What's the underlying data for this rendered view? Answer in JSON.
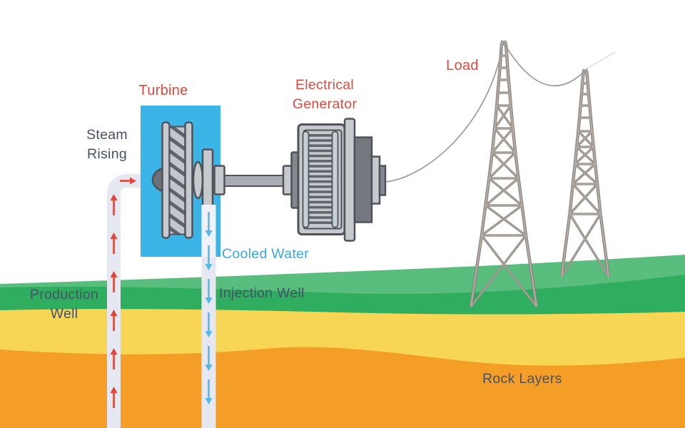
{
  "labels": {
    "turbine": "Turbine",
    "electrical_generator_line1": "Electrical",
    "electrical_generator_line2": "Generator",
    "load": "Load",
    "steam_rising_line1": "Steam",
    "steam_rising_line2": "Rising",
    "cooled_water": "Cooled Water",
    "production_well_line1": "Production",
    "production_well_line2": "Well",
    "injection_well": "Injection Well",
    "rock_layers": "Rock Layers"
  },
  "colors": {
    "label_red": "#e0493b",
    "label_dark": "#475169",
    "label_blue": "#3ba9dc",
    "turbine_box_blue": "#3bb4e7",
    "grass_light_green": "#58bd7d",
    "grass_dark_green": "#2fae5f",
    "rock_yellow": "#f6d654",
    "rock_orange": "#f59e27",
    "pipe_gray": "#e5e8f0",
    "pipe_light": "#eff2f8",
    "steam_arrow_red": "#e0473a",
    "water_arrow_blue": "#55b8e9",
    "machine_gray": "#c6c9ce",
    "machine_dark_gray": "#75797f",
    "machine_outline": "#4f5359",
    "tower_light": "#b4aba5",
    "tower_dark": "#8a827c",
    "wire_gray": "#9a9a9a"
  }
}
